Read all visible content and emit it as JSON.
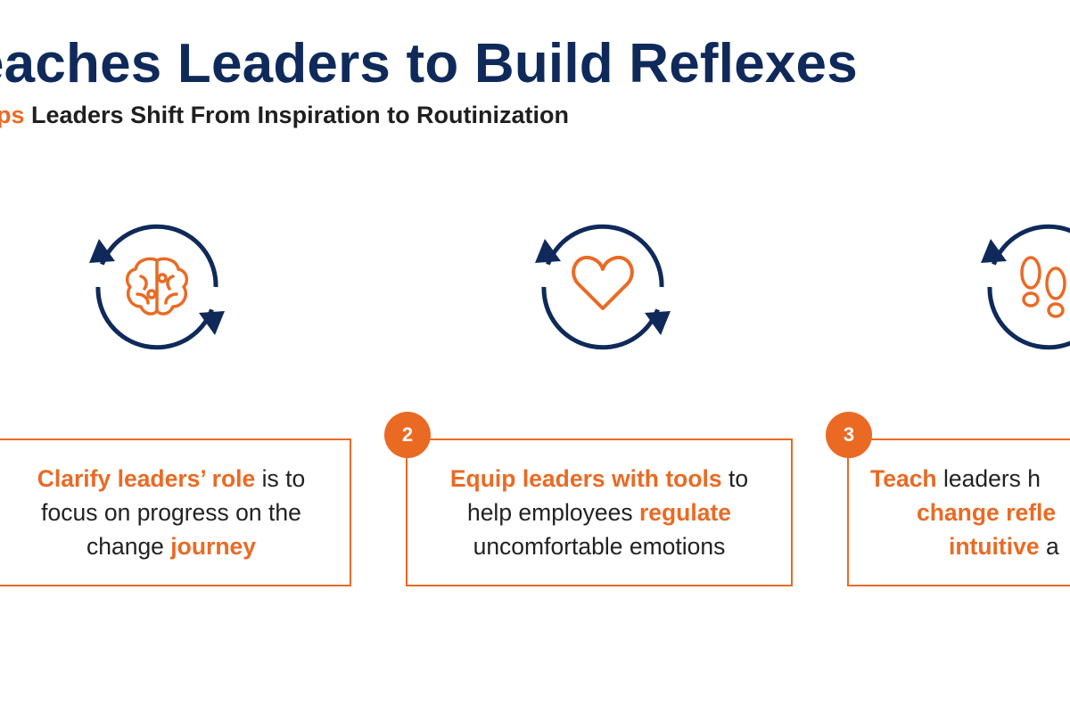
{
  "header": {
    "title": "eaches Leaders to Build Reflexes",
    "subtitle_accent": "ps",
    "subtitle_rest": " Leaders Shift From Inspiration to Routinization"
  },
  "colors": {
    "navy": "#0f2a5a",
    "orange": "#ea6a24",
    "text": "#222222"
  },
  "steps": [
    {
      "icon": "brain-icon",
      "number": "",
      "line1_bold": "Clarify leaders’ role",
      "line1_rest": " is to",
      "line2": "focus on progress on the",
      "line3_plain": "change ",
      "line3_bold": "journey"
    },
    {
      "icon": "heart-icon",
      "number": "2",
      "line1_bold": "Equip leaders with tools",
      "line1_rest": " to",
      "line2_plain": "help employees ",
      "line2_bold": "regulate",
      "line3": "uncomfortable emotions"
    },
    {
      "icon": "footprints-icon",
      "number": "3",
      "line1_bold": "Teach",
      "line1_rest": " leaders h",
      "line2_bold": "change refle",
      "line3_bold": "intuitive",
      "line3_rest": " a"
    }
  ]
}
